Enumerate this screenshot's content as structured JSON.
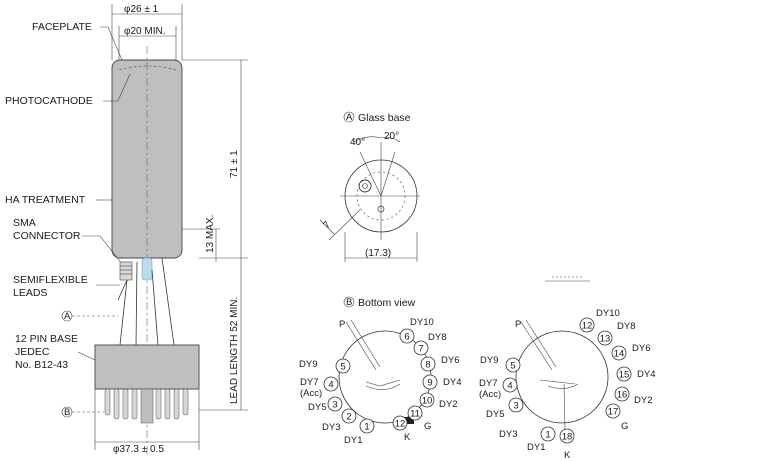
{
  "left": {
    "dim_top": "φ26 ± 1",
    "dim_inner": "φ20 MIN.",
    "faceplate": "FACEPLATE",
    "photocathode": "PHOTOCATHODE",
    "ha_treatment": "HA TREATMENT",
    "sma_1": "SMA",
    "sma_2": "CONNECTOR",
    "semi_1": "SEMIFLEXIBLE",
    "semi_2": "LEADS",
    "base_1": "12 PIN BASE",
    "base_2": "JEDEC",
    "base_3": "No. B12-43",
    "ref_a": "A",
    "ref_b": "B",
    "dim_71": "71 ± 1",
    "dim_13": "13 MAX.",
    "dim_lead": "LEAD LENGTH 52 MIN.",
    "dim_bottom": "φ37.3 ± 0.5"
  },
  "glass_base": {
    "title": "Glass base",
    "marker": "A",
    "angle1": "40°",
    "angle2": "20°",
    "dim_7": "7",
    "dim_17": "(17.3)"
  },
  "bottom_view": {
    "title": "Bottom view",
    "marker": "B",
    "left_pins": [
      "1",
      "2",
      "3",
      "4",
      "5",
      "6",
      "7",
      "8",
      "9",
      "10",
      "11",
      "12"
    ],
    "right_pins": [
      "1",
      "3",
      "4",
      "5",
      "12",
      "13",
      "14",
      "15",
      "16",
      "17",
      "18"
    ],
    "labels": {
      "p": "P",
      "dy10": "DY10",
      "dy8": "DY8",
      "dy9": "DY9",
      "dy6": "DY6",
      "dy7": "DY7",
      "acc": "(Acc)",
      "dy4": "DY4",
      "dy5": "DY5",
      "dy2": "DY2",
      "dy3": "DY3",
      "g": "G",
      "k": "K",
      "dy1": "DY1"
    }
  }
}
